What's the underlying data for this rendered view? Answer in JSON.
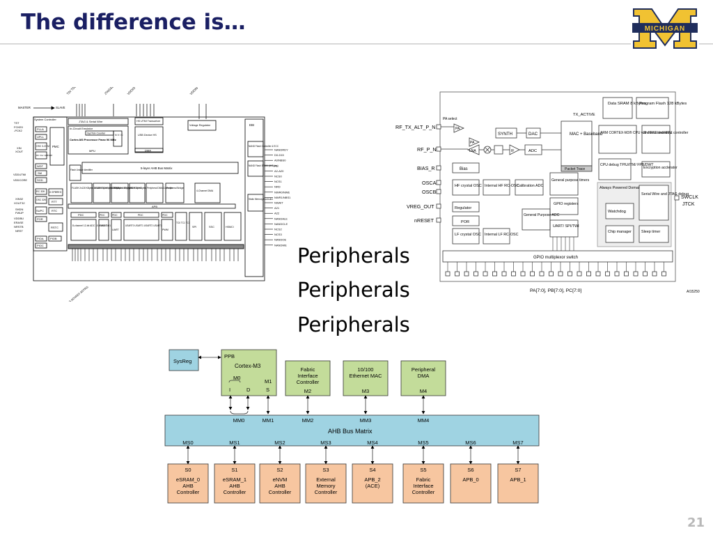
{
  "slide": {
    "title": "The difference is…",
    "peripherals": [
      "Peripherals",
      "Peripherals",
      "Peripherals"
    ],
    "page_number": "21",
    "logo_text": "MICHIGAN",
    "colors": {
      "title": "#1a1f63",
      "logo_blue": "#1f2d5c",
      "logo_maize": "#f1c232",
      "bus_blue": "#9fd3e2",
      "master_green": "#c3dc9a",
      "slave_orange": "#f7c6a0",
      "sysreg_blue": "#9fd3e2"
    }
  },
  "sam": {
    "top_pins": [
      "TDI TDO TMS/SWDIO TCK/SWCLK",
      "JTAGSEL",
      "VDDIO VBUS DFSDP DFSDM DHSDP DHSDM",
      "VDDIN VDDOUT"
    ],
    "left_pins": [
      "MASTER",
      "TST",
      "FCKE0",
      "-PCK2",
      "XIN",
      "XOUT",
      "VDDUTMI",
      "VDDCORE",
      "XIN32",
      "XOUT32",
      "SHDN",
      "FWUP",
      "VDDBU",
      "ERASE",
      "NRSTB",
      "NRST"
    ],
    "slave": "SLAVE",
    "blocks": {
      "system_controller": "System Controller",
      "jtag": "JTAG & Serial Wire",
      "ice": "In-Circuit Emulator",
      "systick": "SysTick Counter",
      "nvic": "N V I C",
      "cortex": "Cortex-M3 Processor Fmax 96 MHz",
      "mpu": "MPU",
      "hs_utmi": "HS UTMI Transceiver",
      "usb": "USB Device HS",
      "dma": "DMA",
      "vreg": "Voltage Regulator",
      "ebi": "EBI",
      "nand_ctrl": "NAND Flash Controller & ECC",
      "nand_sram": "NAND Flash SRAM (4KBytes)",
      "static_mem": "Static Memory Controller",
      "pmc": "PMC",
      "plla": "PLLA",
      "upll": "UPLL",
      "osc": "OSC 3-20 M",
      "rcosc": "RC Osc 12/8/4 M",
      "wdt": "WDT",
      "sm": "SM",
      "sgd": "SGD",
      "rc32k": "RC 32K",
      "gpbr": "8 GPBREG",
      "osc32k": "OSC 32K",
      "rtt": "RTT",
      "supc": "SUPC",
      "rtc": "RTC",
      "por": "POR",
      "rstc": "RSTC",
      "pioa": "PIOA",
      "piob": "PIOB",
      "pioc": "PIOC",
      "flash_uid": "Flash Unique Identifier",
      "ahb_matrix": "5-layer AHB Bus Matrix",
      "flash": "FLASH 2x128 KBytes 1x128 KBytes 1x64 KBytes",
      "sram0": "SRAM0 32 KBytes 16 KBytes 8 KBytes",
      "sram1": "SRAM1 16 KBytes 16 KBytes",
      "rom": "ROM 16 KBytes",
      "periph_dma": "Peripheral DMA Controller",
      "periph_bridge": "Peripheral Bridge",
      "dma4": "4-Channel DMA",
      "apb": "APB",
      "pdc": "PDC",
      "adc": "8-channel 12-bit ADC 10-bit ADC",
      "twi": "TWI0 TWI1",
      "uart": "UART",
      "usart": "USART0 USART1 USART2 USART3",
      "pwm": "PWM",
      "tc": "TC0 TC1 TC2",
      "spi": "SPI",
      "ssc": "SSC",
      "hsmci": "HSMCI"
    },
    "ebi_pins": [
      "NANDRDY",
      "D0-D15",
      "A0/NBS0",
      "A1",
      "A2-A20",
      "NCS0",
      "NCS1",
      "NRD",
      "NWR0/NWE",
      "NWR1/NBS1",
      "NWAIT",
      "A21",
      "A22",
      "NANDALE",
      "NANDCLE",
      "NCS2",
      "NCS3",
      "NANDOE",
      "NANDWE"
    ],
    "bottom_label": "AD0-AD15 ADVREF ADTRG"
  },
  "nrf": {
    "labels": {
      "tx_active": "TX_ACTIVE",
      "pa_select": "PA select",
      "rf_tx": "RF_TX_ALT_P_N",
      "rf_p": "RF_P_N",
      "bias_r": "BIAS_R",
      "osca": "OSCA",
      "oscb": "OSCB",
      "vreg_out": "VREG_OUT",
      "nreset": "nRESET",
      "swclk": "SWCLK",
      "jtck": "JTCK",
      "pa": "PA",
      "lna": "LNA",
      "if": "IF",
      "adc": "ADC",
      "synth": "SYNTH",
      "dac": "DAC",
      "mac": "MAC + Baseband",
      "packet_trace": "Packet Trace",
      "data_sram": "Data SRAM 8 kBytes",
      "program_flash": "Program Flash 128 kBytes",
      "arm": "ARM CORTEX-M3® CPU with NVIC and MPU",
      "interrupt": "2nd level Interrupt controller",
      "cpu_debug": "CPU debug TPIU/ITM/ FPB/DWT",
      "encryption": "Encryption acclerator",
      "bias": "Bias",
      "hf_osc": "HF crystal OSC",
      "internal_hf": "Internal HF RC-OSC",
      "calibration": "Calibration ADC",
      "gp_timers": "General purpose timers",
      "always": "Always Powered Domain",
      "serial_wire": "Serial Wire and JTAG debug",
      "regulator": "Regulator",
      "gpio_regs": "GPIO registers",
      "watchdog": "Watchdog",
      "por": "POR",
      "gp_adc": "General Purpose ADC",
      "uart": "UART/ SPI/TWI",
      "chip_manager": "Chip manager",
      "sleep_timer": "Sleep timer",
      "lf_osc": "LF crystal OSC",
      "internal_lf": "Internal LF RC-OSC",
      "gpio_mux": "GPIO multiplexor switch",
      "ports": "PA[7:0], PB[7:0], PC[7:0]",
      "figure_id": "AI15250"
    }
  },
  "smf": {
    "sysreg": "SysReg",
    "ppb": "PPB",
    "cortex": "Cortex-M3",
    "m0": "M0",
    "m1": "M1",
    "i": "I",
    "d": "D",
    "s": "S",
    "masters": [
      {
        "name": "Fabric Interface Controller",
        "port": "M2"
      },
      {
        "name": "10/100 Ethernet MAC",
        "port": "M3"
      },
      {
        "name": "Peripheral DMA",
        "port": "M4"
      }
    ],
    "mm": [
      "MM0",
      "MM1",
      "MM2",
      "MM3",
      "MM4"
    ],
    "bus": "AHB Bus Matrix",
    "ms": [
      "MS0",
      "MS1",
      "MS2",
      "MS3",
      "MS4",
      "MS5",
      "MS6",
      "MS7"
    ],
    "slaves": [
      {
        "id": "S0",
        "name": [
          "eSRAM_0",
          "AHB",
          "Controller"
        ]
      },
      {
        "id": "S1",
        "name": [
          "eSRAM_1",
          "AHB",
          "Controller"
        ]
      },
      {
        "id": "S2",
        "name": [
          "eNVM",
          "AHB",
          "Controller"
        ]
      },
      {
        "id": "S3",
        "name": [
          "External",
          "Memory",
          "Controller"
        ]
      },
      {
        "id": "S4",
        "name": [
          "APB_2",
          "(ACE)"
        ]
      },
      {
        "id": "S5",
        "name": [
          "Fabric",
          "Interface",
          "Controller"
        ]
      },
      {
        "id": "S6",
        "name": [
          "APB_0"
        ]
      },
      {
        "id": "S7",
        "name": [
          "APB_1"
        ]
      }
    ]
  }
}
